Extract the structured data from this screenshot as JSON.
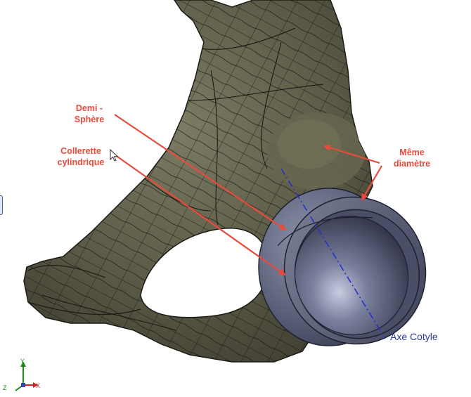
{
  "annotations": {
    "demi_sphere": [
      "Demi -",
      "Sphère"
    ],
    "collerette": [
      "Collerette",
      "cylindrique"
    ],
    "meme_diametre": [
      "Même",
      "diamètre"
    ],
    "axe_label": "Axe Cotyle"
  },
  "triad": {
    "x_label": "X",
    "y_label": "Y",
    "z_label": "Z"
  },
  "colors": {
    "annotation_red": "#e84b3c",
    "bone_surface": "#5f5e4a",
    "mesh_lines": "#141410",
    "cup_metal": "#5a5f78",
    "axis_blue": "#2233cc",
    "triad_x": "#cc2222",
    "triad_y": "#1a8a1a",
    "triad_z": "#1a8a1a"
  },
  "icons": {
    "cursor": "mouse-pointer-icon",
    "triad": "coordinate-triad-icon"
  }
}
